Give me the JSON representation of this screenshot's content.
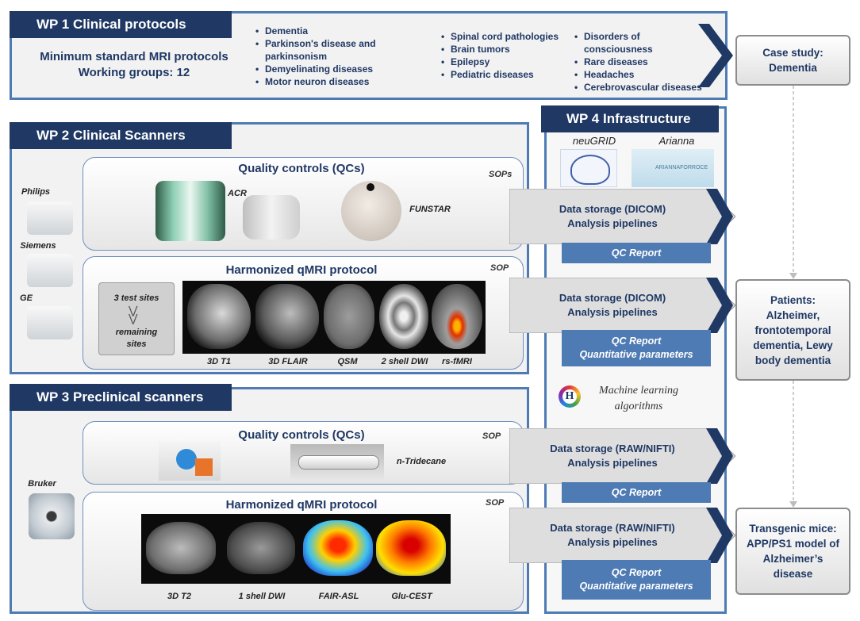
{
  "wp1": {
    "title": "WP 1 Clinical protocols",
    "protocols_line1": "Minimum standard MRI protocols",
    "protocols_line2": "Working groups: 12",
    "col1": [
      "Dementia",
      "Parkinson's disease and parkinsonism",
      "Demyelinating diseases",
      "Motor neuron diseases"
    ],
    "col2": [
      "Spinal cord pathologies",
      "Brain tumors",
      "Epilepsy",
      "Pediatric diseases"
    ],
    "col3": [
      "Disorders of consciousness",
      "Rare diseases",
      "Headaches",
      "Cerebrovascular diseases"
    ]
  },
  "wp2": {
    "title": "WP 2 Clinical Scanners",
    "vendors": [
      "Philips",
      "Siemens",
      "GE"
    ],
    "qc_title": "Quality controls (QCs)",
    "qc_sop": "SOPs",
    "qc_acr": "ACR",
    "qc_funstar": "FUNSTAR",
    "harm_title": "Harmonized qMRI protocol",
    "harm_sop": "SOP",
    "sites_top": "3 test sites",
    "sites_bottom": "remaining sites",
    "images": [
      "3D T1",
      "3D FLAIR",
      "QSM",
      "2 shell  DWI",
      "rs-fMRI"
    ]
  },
  "wp3": {
    "title": "WP 3 Preclinical scanners",
    "vendor": "Bruker",
    "qc_title": "Quality controls (QCs)",
    "qc_sop": "SOP",
    "qc_label": "n-Tridecane",
    "harm_title": "Harmonized qMRI protocol",
    "harm_sop": "SOP",
    "images": [
      "3D T2",
      "1 shell  DWI",
      "FAIR-ASL",
      "Glu-CEST"
    ]
  },
  "wp4": {
    "title": "WP 4 Infrastructure",
    "neugrid": "neuGRID",
    "arianna": "Arianna",
    "arianna_logo_text": "ARIANNAFORROCE",
    "stores": [
      {
        "line1": "Data storage (DICOM)",
        "line2": "Analysis pipelines",
        "qc1": "QC Report",
        "qc2": ""
      },
      {
        "line1": "Data storage (DICOM)",
        "line2": "Analysis pipelines",
        "qc1": "QC Report",
        "qc2": "Quantitative parameters"
      },
      {
        "line1": "Data storage (RAW/NIFTI)",
        "line2": "Analysis pipelines",
        "qc1": "QC Report",
        "qc2": ""
      },
      {
        "line1": "Data storage (RAW/NIFTI)",
        "line2": "Analysis pipelines",
        "qc1": "QC Report",
        "qc2": "Quantitative parameters"
      }
    ],
    "ml_line1": "Machine learning",
    "ml_line2": "algorithms"
  },
  "outcomes": {
    "case": [
      "Case study:",
      "Dementia"
    ],
    "patients": [
      "Patients:",
      "Alzheimer,",
      "frontotemporal",
      "dementia, Lewy",
      "body dementia"
    ],
    "mice": [
      "Transgenic mice:",
      "APP/PS1 model of",
      "Alzheimer’s",
      "disease"
    ]
  },
  "colors": {
    "navy": "#1f3864",
    "blue": "#4f7bb4",
    "frame": "#4f7bb4"
  }
}
